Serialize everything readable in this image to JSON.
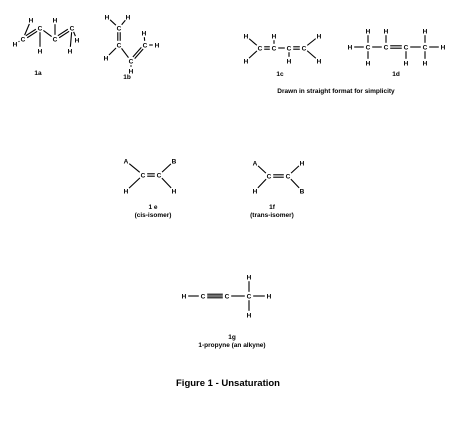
{
  "atom_labels": {
    "carbon": "C",
    "hydrogen": "H",
    "substituent_a": "A",
    "substituent_b": "B"
  },
  "molecules": {
    "m1a": {
      "label": "1a"
    },
    "m1b": {
      "label": "1b"
    },
    "m1c": {
      "label": "1c"
    },
    "m1d": {
      "label": "1d"
    },
    "m1e": {
      "label": "1 e",
      "sublabel": "(cis-isomer)"
    },
    "m1f": {
      "label": "1f",
      "sublabel": "(trans-isomer)"
    },
    "m1g": {
      "label": "1g",
      "sublabel": "1-propyne (an alkyne)"
    }
  },
  "note": "Drawn in straight format for simplicity",
  "figure_caption": "Figure 1 - Unsaturation"
}
